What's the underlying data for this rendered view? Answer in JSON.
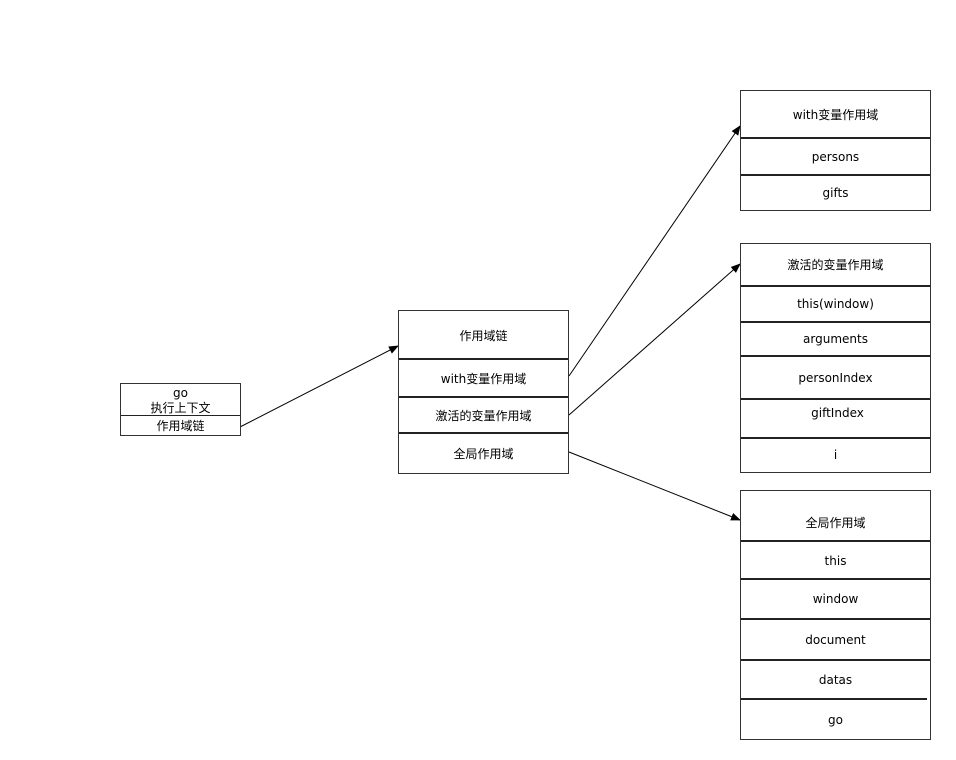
{
  "context": {
    "line1": "go",
    "line2": "执行上下文",
    "chain_ref": "作用域链"
  },
  "chain": {
    "title": "作用域链",
    "items": [
      "with变量作用域",
      "激活的变量作用域",
      "全局作用域"
    ]
  },
  "with_scope": {
    "title": "with变量作用域",
    "vars": [
      "persons",
      "gifts"
    ]
  },
  "activation_scope": {
    "title": "激活的变量作用域",
    "vars": [
      "this(window)",
      "arguments",
      "personIndex",
      "giftIndex",
      "i"
    ]
  },
  "global_scope": {
    "title": "全局作用域",
    "vars": [
      "this",
      "window",
      "document",
      "datas",
      "go"
    ]
  }
}
